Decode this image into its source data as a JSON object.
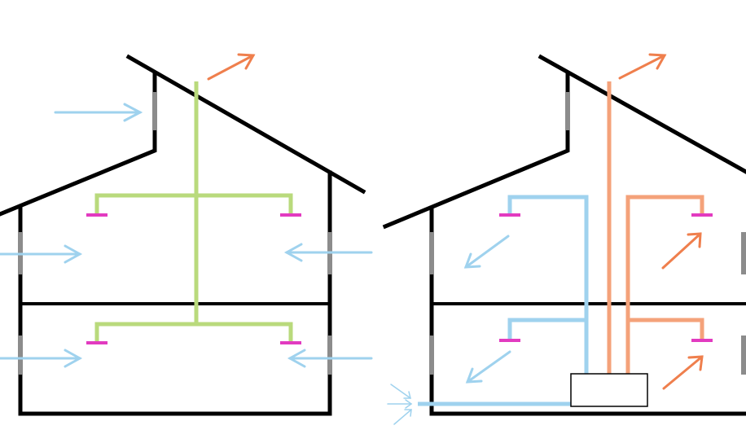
{
  "colors": {
    "background": "#ffffff",
    "structure": "#000000",
    "window_vent": "#8c8c8c",
    "supply_air": "#9fd2ee",
    "extract_duct": "#b9da7c",
    "exhaust_air": "#f4a27a",
    "exhaust_arrow": "#ef7f4d",
    "valve": "#e23bc0",
    "heat_recovery_unit": "#ffffff"
  },
  "diagrams": [
    {
      "id": "natural-exhaust",
      "components": [
        "house-outline",
        "floor-slab",
        "wall-vents",
        "extract-duct-network",
        "extract-valves",
        "exhaust-outlet-arrow",
        "supply-inlet-arrows"
      ]
    },
    {
      "id": "heat-recovery",
      "components": [
        "house-outline",
        "floor-slab",
        "wall-vents",
        "supply-duct-network",
        "exhaust-duct-network",
        "heat-recovery-unit",
        "room-valves",
        "outdoor-air-intake",
        "exhaust-outlet-arrow",
        "room-airflow-arrows"
      ]
    }
  ]
}
